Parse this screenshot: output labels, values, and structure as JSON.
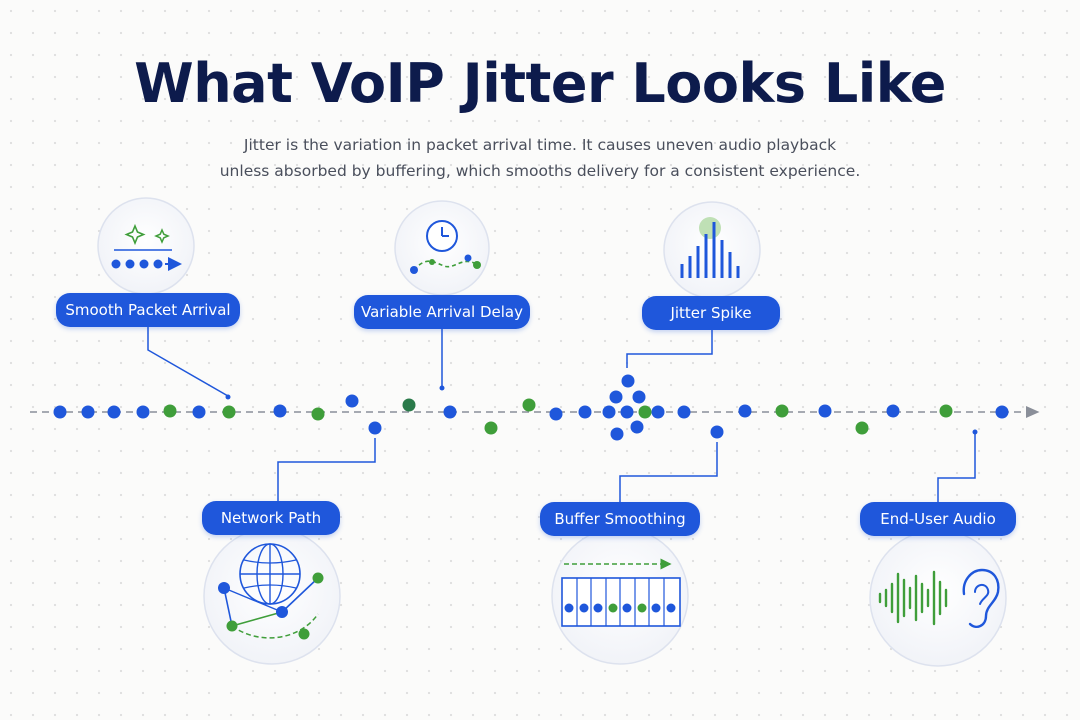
{
  "title": "What VoIP Jitter Looks Like",
  "subtitle_line1": "Jitter is the variation in packet arrival time. It causes uneven audio playback",
  "subtitle_line2": "unless absorbed by buffering, which smooths delivery for a consistent experience.",
  "labels": {
    "smooth_packet_arrival": "Smooth Packet Arrival",
    "variable_arrival_delay": "Variable Arrival Delay",
    "jitter_spike": "Jitter Spike",
    "network_path": "Network Path",
    "buffer_smoothing": "Buffer Smoothing",
    "end_user_audio": "End-User Audio"
  },
  "icons": {
    "smooth_packet_arrival": "sparkle-dots-arrow-icon",
    "variable_arrival_delay": "clock-wavy-path-icon",
    "jitter_spike": "spike-bars-icon",
    "network_path": "globe-network-icon",
    "buffer_smoothing": "buffer-slots-icon",
    "end_user_audio": "sound-wave-ear-icon"
  },
  "colors": {
    "title": "#0d1b4c",
    "packet_blue": "#1f57db",
    "packet_green": "#3f9e3a",
    "label_background": "#1f57db",
    "timeline": "#8a8f99"
  }
}
